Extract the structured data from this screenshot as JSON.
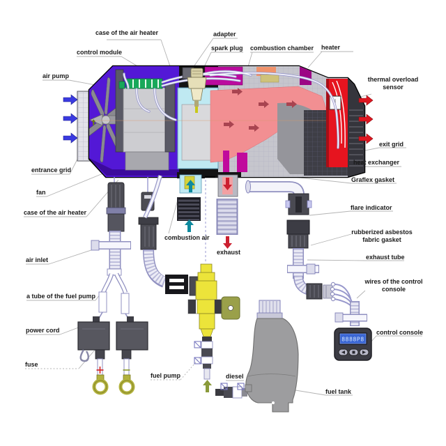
{
  "console": {
    "display": "8888P8"
  },
  "labels": {
    "case_top": "case of the air heater",
    "control_module": "control module",
    "air_pump": "air pump",
    "adapter": "adapter",
    "spark_plug": "spark plug",
    "combustion_chamber": "combustion chamber",
    "heater": "heater",
    "thermal_overload_sensor": "thermal overload sensor",
    "exit_grid": "exit grid",
    "heat_exchanger": "heat exchanger",
    "graflex_gasket": "Graflex gasket",
    "flare_indicator": "flare indicator",
    "entrance_grid": "entrance grid",
    "fan": "fan",
    "case_left": "case of the air heater",
    "air_inlet": "air inlet",
    "fuel_pump_tube": "a tube of the fuel pump",
    "power_cord": "power cord",
    "fuse": "fuse",
    "combustion_air": "combustion air",
    "exhaust": "exhaust",
    "rubberized_gasket": "rubberized asbestos fabric gasket",
    "exhaust_tube": "exhaust tube",
    "control_wires": "wires of the control console",
    "control_console": "control console",
    "fuel_pump": "fuel pump",
    "diesel": "diesel",
    "fuel_tank": "fuel tank"
  },
  "colors": {
    "case_purple": "#5318d6",
    "case_purple_dark": "#3c0b9c",
    "magenta": "#bb0a9e",
    "combustion_cyan": "#bfe9f2",
    "heat_pink": "#f28f92",
    "cap_red": "#e6141f",
    "intake_arrow_blue": "#3a3ae0",
    "exit_arrow_red": "#dd1620",
    "combustion_air_teal": "#0e8a9e",
    "fuel_yellow": "#ece43a",
    "olive": "#8a9a3a",
    "lcd_blue": "#3a66d4"
  }
}
